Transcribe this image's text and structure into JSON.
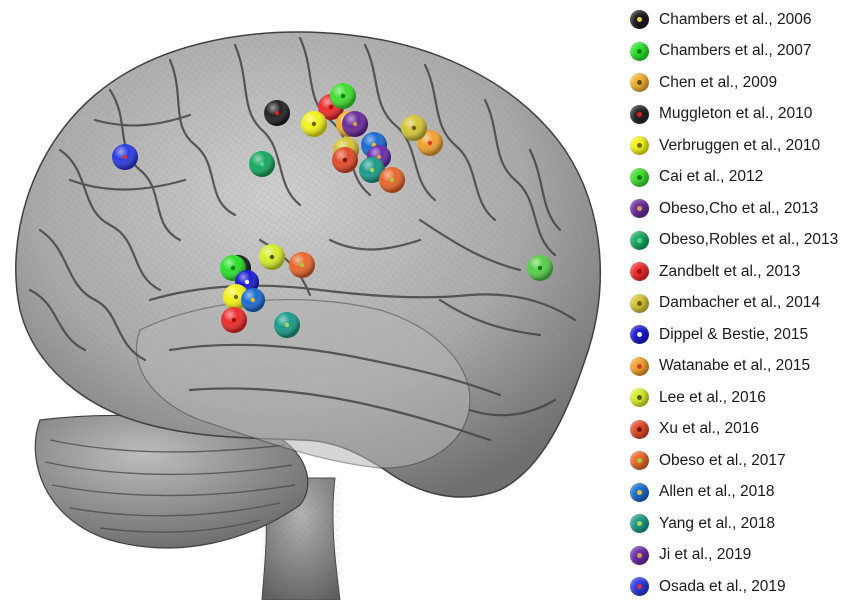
{
  "markers": [
    {
      "label": "Chambers et al., 2006",
      "color": "#1a1a1a",
      "center": "#e8d64a"
    },
    {
      "label": "Chambers et al., 2007",
      "color": "#29e029",
      "center": "#1c7a1c"
    },
    {
      "label": "Chen et al., 2009",
      "color": "#f0b030",
      "center": "#6b4a00"
    },
    {
      "label": "Muggleton et al., 2010",
      "color": "#222222",
      "center": "#e02020"
    },
    {
      "label": "Verbruggen et al., 2010",
      "color": "#f2f21a",
      "center": "#6a6a00"
    },
    {
      "label": "Cai et al., 2012",
      "color": "#3ede2e",
      "center": "#137a13"
    },
    {
      "label": "Obeso,Cho et al., 2013",
      "color": "#6a2a9a",
      "center": "#c6a64a"
    },
    {
      "label": "Obeso,Robles et al., 2013",
      "color": "#16a860",
      "center": "#5ad08a"
    },
    {
      "label": "Zandbelt et al., 2013",
      "color": "#ee2a2a",
      "center": "#9a1010"
    },
    {
      "label": "Dambacher et al., 2014",
      "color": "#d4c436",
      "center": "#6b5d00"
    },
    {
      "label": "Dippel & Bestie, 2015",
      "color": "#1a1ad0",
      "center": "#ffffff"
    },
    {
      "label": "Watanabe et al., 2015",
      "color": "#f0a030",
      "center": "#d04020"
    },
    {
      "label": "Lee et al., 2016",
      "color": "#d8ec2a",
      "center": "#4a5a00"
    },
    {
      "label": "Xu et al., 2016",
      "color": "#e04a2a",
      "center": "#6a1a0a"
    },
    {
      "label": "Obeso et al., 2017",
      "color": "#e8662a",
      "center": "#a0d040"
    },
    {
      "label": "Allen et al., 2018",
      "color": "#1a6ad0",
      "center": "#f0c020"
    },
    {
      "label": "Yang et al., 2018",
      "color": "#1a9a88",
      "center": "#b0d060"
    },
    {
      "label": "Ji et al., 2019",
      "color": "#6a2aa8",
      "center": "#d8a040"
    },
    {
      "label": "Osada et al., 2019",
      "color": "#2a3ae0",
      "center": "#e03030"
    }
  ],
  "brain_spheres": [
    {
      "study": "Muggleton et al., 2010"
    },
    {
      "study": "Zandbelt et al., 2013"
    },
    {
      "study": "Cai et al., 2012"
    },
    {
      "study": "Verbruggen et al., 2010"
    },
    {
      "study": "Chen et al., 2009"
    },
    {
      "study": "Obeso,Cho et al., 2013"
    },
    {
      "study": "Dambacher et al., 2014"
    },
    {
      "study": "Allen et al., 2018"
    },
    {
      "study": "Ji et al., 2019"
    },
    {
      "study": "Xu et al., 2016"
    },
    {
      "study": "Yang et al., 2018"
    },
    {
      "study": "Obeso et al., 2017"
    },
    {
      "study": "Watanabe et al., 2015"
    },
    {
      "study": "Dambacher et al., 2014"
    },
    {
      "study": "Obeso,Robles et al., 2013"
    },
    {
      "study": "Osada et al., 2019"
    },
    {
      "study": "Chambers et al., 2006"
    },
    {
      "study": "Chambers et al., 2007"
    },
    {
      "study": "Lee et al., 2016"
    },
    {
      "study": "Obeso et al., 2017"
    },
    {
      "study": "Dippel & Bestie, 2015"
    },
    {
      "study": "Verbruggen et al., 2010"
    },
    {
      "study": "Allen et al., 2018"
    },
    {
      "study": "Zandbelt et al., 2013"
    },
    {
      "study": "Yang et al., 2018"
    },
    {
      "study": "Cai et al., 2012"
    }
  ]
}
